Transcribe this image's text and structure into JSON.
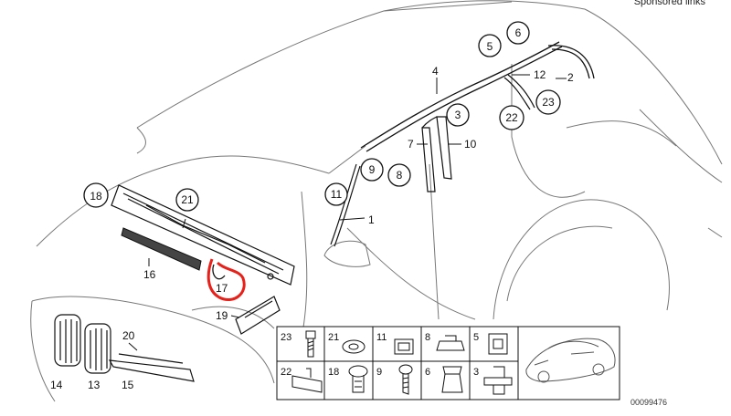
{
  "header": {
    "sponsored_label": "Sponsored links"
  },
  "callouts": [
    {
      "id": "c1",
      "label": "1"
    },
    {
      "id": "c2",
      "label": "2"
    },
    {
      "id": "c3",
      "label": "3"
    },
    {
      "id": "c4",
      "label": "4"
    },
    {
      "id": "c5",
      "label": "5"
    },
    {
      "id": "c6",
      "label": "6"
    },
    {
      "id": "c7",
      "label": "7"
    },
    {
      "id": "c8",
      "label": "8"
    },
    {
      "id": "c9",
      "label": "9"
    },
    {
      "id": "c10",
      "label": "10"
    },
    {
      "id": "c11",
      "label": "11"
    },
    {
      "id": "c12",
      "label": "12"
    },
    {
      "id": "c13",
      "label": "13"
    },
    {
      "id": "c14",
      "label": "14"
    },
    {
      "id": "c15",
      "label": "15"
    },
    {
      "id": "c16",
      "label": "16"
    },
    {
      "id": "c17",
      "label": "17"
    },
    {
      "id": "c18",
      "label": "18"
    },
    {
      "id": "c19",
      "label": "19"
    },
    {
      "id": "c20",
      "label": "20"
    },
    {
      "id": "c21",
      "label": "21"
    },
    {
      "id": "c22",
      "label": "22"
    },
    {
      "id": "c23",
      "label": "23"
    }
  ],
  "legend_grid": {
    "row1": [
      "23",
      "21",
      "11",
      "8",
      "5"
    ],
    "row2": [
      "22",
      "18",
      "9",
      "6",
      "3"
    ]
  },
  "highlight": {
    "part": "17",
    "color": "#e8201a"
  },
  "diagram_code": "00099476"
}
